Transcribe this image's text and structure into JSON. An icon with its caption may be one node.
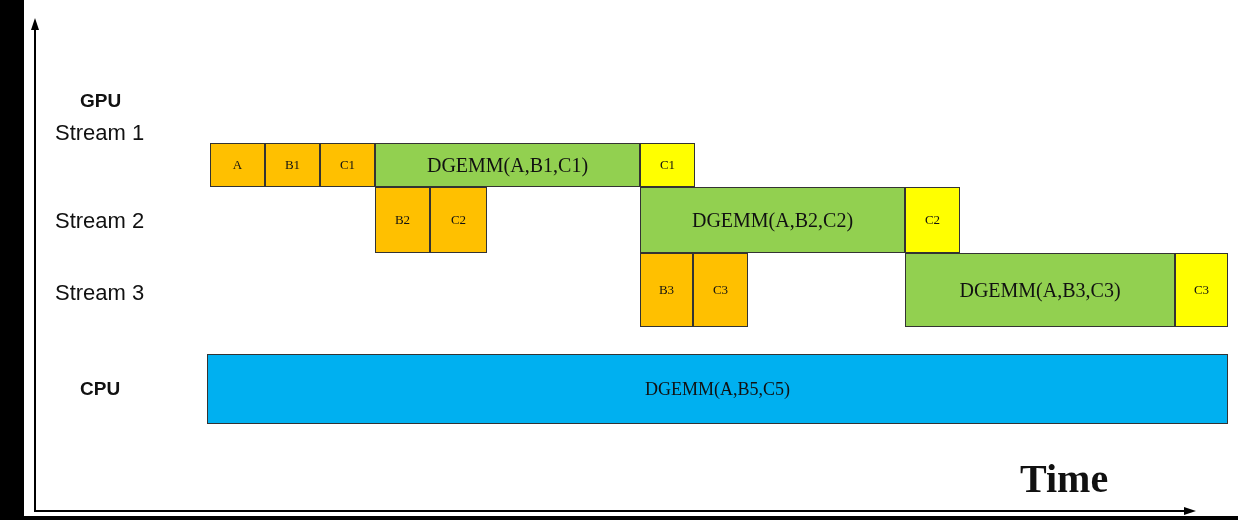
{
  "diagram": {
    "nodes": [
      {
        "text": [
          "A"
        ]
      },
      {
        "text": [
          "B1"
        ]
      },
      {
        "text": [
          "C1"
        ]
      },
      {
        "text": [
          "DGEMM(A,B1,C1)"
        ]
      },
      {
        "text": [
          "C1"
        ]
      },
      {
        "text": [
          "B2"
        ]
      },
      {
        "text": [
          "C2"
        ]
      },
      {
        "text": [
          "DGEMM(A,B2,C2)"
        ]
      },
      {
        "text": [
          "C2"
        ]
      },
      {
        "text": [
          "B3"
        ]
      },
      {
        "text": [
          "C3"
        ]
      },
      {
        "text": [
          "DGEMM(A,B3,C3)"
        ]
      },
      {
        "text": [
          "C3"
        ]
      },
      {
        "text": [
          "DGEMM(A,B5,C5)"
        ]
      }
    ],
    "edges": [],
    "labels": [
      "GPU",
      "Stream 1",
      "Stream 2",
      "Stream 3",
      "CPU",
      "Time"
    ]
  }
}
